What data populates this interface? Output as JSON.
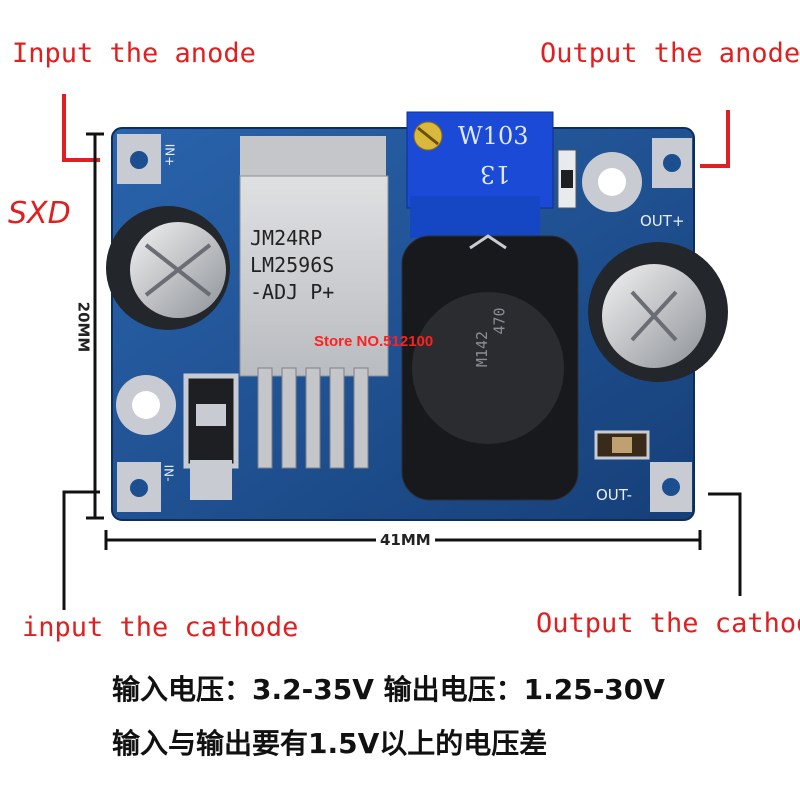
{
  "labels": {
    "input_anode": "Input the anode",
    "output_anode": "Output the anode",
    "input_cathode": "input the cathode",
    "output_cathode": "Output the cathode",
    "brand": "SXD"
  },
  "dimensions": {
    "height": "20MM",
    "width": "41MM"
  },
  "board": {
    "chip_line1": "JM24RP",
    "chip_line2": "LM2596S",
    "chip_line3": "-ADJ  P+",
    "pot_line1": "W103",
    "pot_line2": "13",
    "inductor_line1": "470",
    "inductor_line2": "M142",
    "silk_in_plus": "IN+",
    "silk_in_minus": "IN-",
    "silk_out_plus": "OUT+",
    "silk_out_minus": "OUT-",
    "store_watermark": "Store NO.512100"
  },
  "specs": {
    "line1": "输入电压：3.2-35V   输出电压：1.25-30V",
    "line2": "输入与输出要有1.5V以上的电压差"
  },
  "colors": {
    "label_red": "#e02020",
    "pcb_blue": "#1c4f8f",
    "pad_silver": "#c8ccd2"
  }
}
